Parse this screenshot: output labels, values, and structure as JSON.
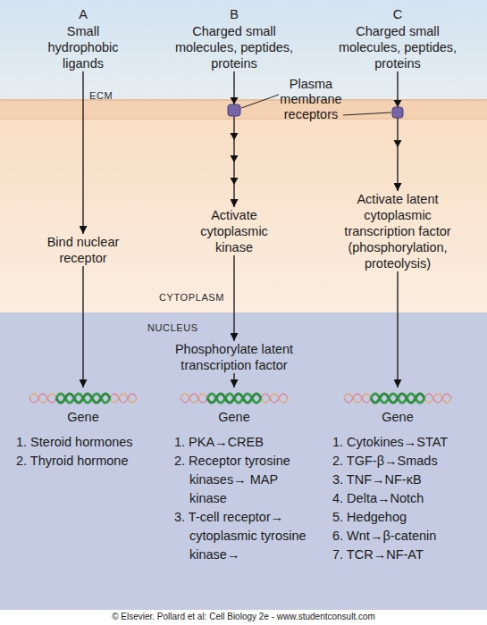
{
  "diagram": {
    "nodes": [
      {
        "text": [
          "ECM"
        ]
      },
      {
        "text": [
          "Small hydrophobic ligands"
        ],
        "in": 0
      },
      {
        "text": [
          "Charged small molecules, peptides, proteins"
        ],
        "in": 0
      },
      {
        "text": [
          "Charged small molecules, peptides, proteins"
        ],
        "in": 0
      },
      {
        "text": [
          "CYTOPLASM"
        ]
      },
      {
        "text": [
          "Bind nuclear receptor"
        ],
        "in": 4
      },
      {
        "text": [
          "Activate cytoplasmic kinase"
        ],
        "in": 4
      },
      {
        "text": [
          "Activate latent cytoplasmic transcription factor (phosphorylation, proteolysis)"
        ],
        "in": 4
      },
      {
        "text": [
          "NUCLEUS"
        ]
      },
      {
        "text": [
          "Phosphorylate latent transcription factor"
        ],
        "in": 8
      },
      {
        "text": [
          "Gene"
        ],
        "in": 8
      },
      {
        "text": [
          "Gene"
        ],
        "in": 8
      },
      {
        "text": [
          "Gene"
        ],
        "in": 8
      }
    ],
    "edges": [
      {
        "from": 1,
        "to": 5,
        "arrow": "to"
      },
      {
        "from": 5,
        "to": 10,
        "arrow": "to"
      },
      {
        "from": 2,
        "to": 6,
        "arrow": "to"
      },
      {
        "from": 6,
        "to": 9,
        "arrow": "to"
      },
      {
        "from": 9,
        "to": 11,
        "arrow": "to"
      },
      {
        "from": 3,
        "to": 7,
        "arrow": "to"
      },
      {
        "from": 7,
        "to": 12,
        "arrow": "to"
      }
    ],
    "labels": [
      "A",
      "B",
      "C",
      "Plasma membrane receptors",
      "1. Steroid hormones",
      "2. Thyroid hormone",
      "1. PKA→CREB",
      "2. Receptor tyrosine kinases→ MAP kinase",
      "3. T-cell receptor→ cytoplasmic tyrosine kinase→",
      "1. Cytokines→STAT",
      "2. TGF-β→Smads",
      "3. TNF→NF-κB",
      "4. Delta→Notch",
      "5. Hedgehog",
      "6. Wnt→β-catenin",
      "7. TCR→NF-AT",
      "© Elsevier. Pollard et al: Cell Biology 2e - www.studentconsult.com"
    ]
  }
}
